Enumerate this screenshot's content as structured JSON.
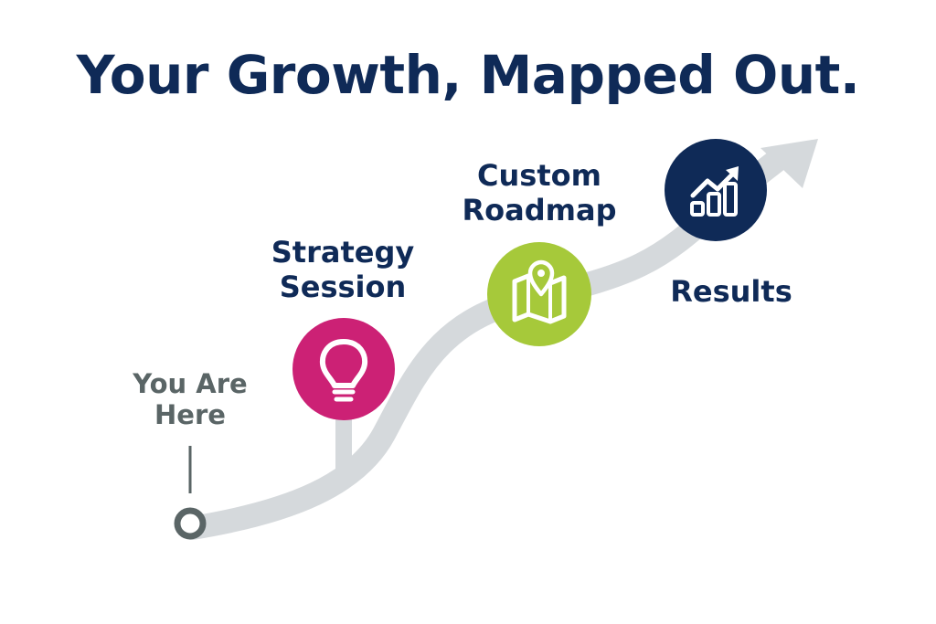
{
  "title": "Your Growth, Mapped Out.",
  "colors": {
    "navy": "#0f2a57",
    "magenta": "#cc2175",
    "lime": "#a6c93a",
    "path_gray": "#d5d9dc",
    "here_gray": "#5a6566"
  },
  "milestones": [
    {
      "label": "You Are\nHere",
      "icon": "start-point-icon"
    },
    {
      "label": "Strategy\nSession",
      "icon": "lightbulb-icon"
    },
    {
      "label": "Custom\nRoadmap",
      "icon": "map-pin-icon"
    },
    {
      "label": "Results",
      "icon": "growth-chart-icon"
    }
  ]
}
